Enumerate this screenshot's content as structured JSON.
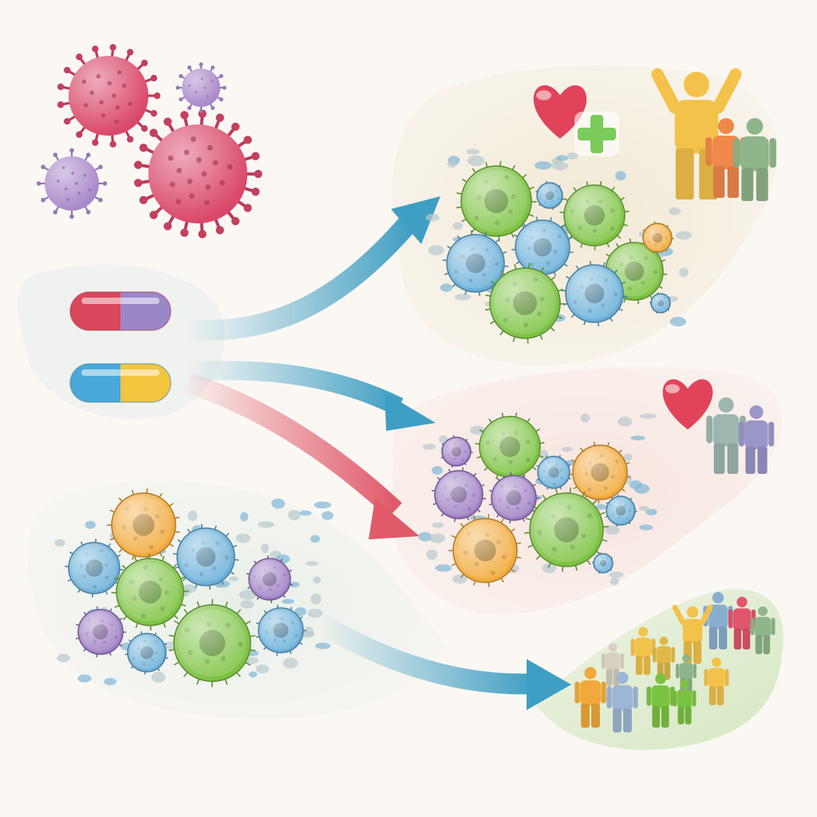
{
  "scene": {
    "background": "#fbf8f4",
    "colors": {
      "virus_red": "#d9476a",
      "virus_purple": "#a988c9",
      "cell_green": "#7cc242",
      "cell_blue": "#6aaed8",
      "cell_orange": "#f0a93a",
      "cell_purple": "#9c7cc4",
      "arrow_blue": "#3f9ec3",
      "arrow_red": "#e05a6a",
      "heart": "#e0435a",
      "plus": "#7ccb5b",
      "blob_warm": "#f4ecdc",
      "blob_pink": "#f6e6e2",
      "blob_cool": "#eef2ef",
      "blob_green": "#e4efd4"
    },
    "pills": [
      {
        "name": "capsule-red-purple",
        "left": "#d9475c",
        "right": "#9b86c9"
      },
      {
        "name": "capsule-blue-yellow",
        "left": "#4aa8d8",
        "right": "#f2c53f"
      }
    ],
    "viruses": [
      {
        "name": "virus-red-large",
        "color": "#d9476a"
      },
      {
        "name": "virus-red-medium",
        "color": "#d9476a"
      },
      {
        "name": "virus-purple-small",
        "color": "#a988c9"
      },
      {
        "name": "virus-purple-medium",
        "color": "#a988c9"
      }
    ],
    "outcomes": [
      {
        "name": "outcome-recovery",
        "icons": [
          "heart-icon",
          "plus-icon",
          "people-icon"
        ]
      },
      {
        "name": "outcome-partial",
        "icons": [
          "heart-icon",
          "people-icon"
        ]
      },
      {
        "name": "outcome-population",
        "icons": [
          "crowd-icon"
        ]
      }
    ],
    "arrows": [
      {
        "name": "arrow-to-recovery",
        "color": "#3f9ec3"
      },
      {
        "name": "arrow-to-partial",
        "color": "#3f9ec3"
      },
      {
        "name": "arrow-red-to-partial",
        "color": "#e05a6a"
      },
      {
        "name": "arrow-to-population",
        "color": "#3f9ec3"
      }
    ]
  }
}
